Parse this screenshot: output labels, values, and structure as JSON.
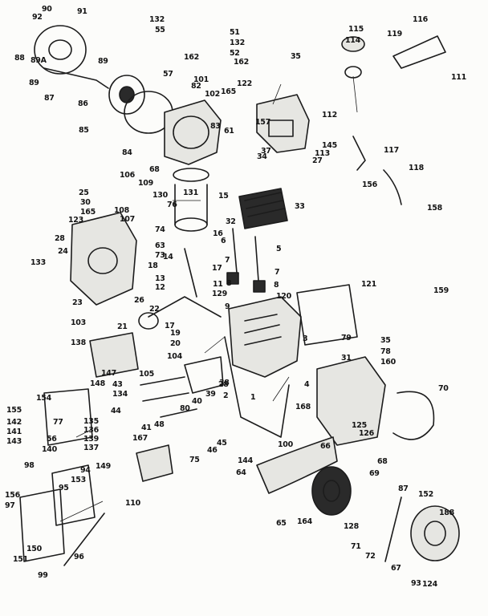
{
  "labels": [
    "90",
    "91",
    "92",
    "88",
    "89A",
    "89",
    "89",
    "87",
    "86",
    "85",
    "84",
    "68",
    "132",
    "55",
    "51",
    "132",
    "52",
    "162",
    "162",
    "57",
    "101",
    "122",
    "102",
    "165",
    "82",
    "83",
    "61",
    "35",
    "115",
    "114",
    "119",
    "116",
    "111",
    "157",
    "112",
    "145",
    "113",
    "27",
    "37",
    "34",
    "117",
    "156",
    "118",
    "158",
    "106",
    "109",
    "25",
    "30",
    "165",
    "108",
    "130",
    "76",
    "131",
    "15",
    "33",
    "107",
    "74",
    "28",
    "123",
    "24",
    "133",
    "63",
    "73",
    "14",
    "16",
    "32",
    "6",
    "5",
    "18",
    "17",
    "7",
    "7",
    "13",
    "12",
    "11",
    "8",
    "8",
    "23",
    "22",
    "26",
    "9",
    "129",
    "120",
    "121",
    "159",
    "21",
    "17",
    "19",
    "20",
    "3",
    "79",
    "103",
    "104",
    "138",
    "147",
    "148",
    "105",
    "43",
    "134",
    "35",
    "78",
    "160",
    "31",
    "154",
    "155",
    "142",
    "141",
    "143",
    "77",
    "135",
    "136",
    "139",
    "137",
    "56",
    "140",
    "44",
    "39",
    "40",
    "28",
    "38",
    "168",
    "70",
    "98",
    "94",
    "153",
    "95",
    "149",
    "41",
    "48",
    "80",
    "167",
    "46",
    "45",
    "75",
    "100",
    "144",
    "126",
    "125",
    "66",
    "68",
    "69",
    "110",
    "87",
    "152",
    "188",
    "156",
    "97",
    "96",
    "150",
    "151",
    "99",
    "64",
    "65",
    "164",
    "128",
    "71",
    "72",
    "67",
    "93",
    "124",
    "2",
    "4",
    "1"
  ]
}
